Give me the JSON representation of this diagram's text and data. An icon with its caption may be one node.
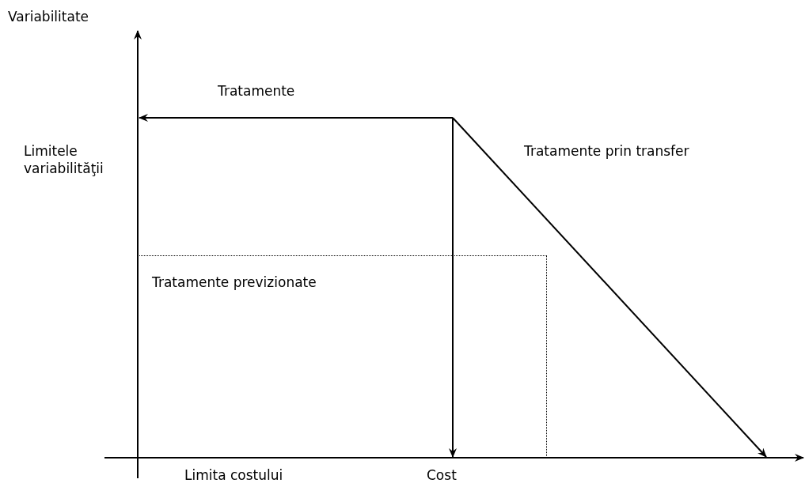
{
  "diagram": {
    "nodes": [
      {
        "text": [
          "Tratamente previzionate"
        ]
      }
    ],
    "labels": [
      "Variabilitate",
      "Tratamente",
      "Limitele variabilităţii",
      "Tratamente prin transfer",
      "Limita costului",
      "Cost"
    ]
  }
}
